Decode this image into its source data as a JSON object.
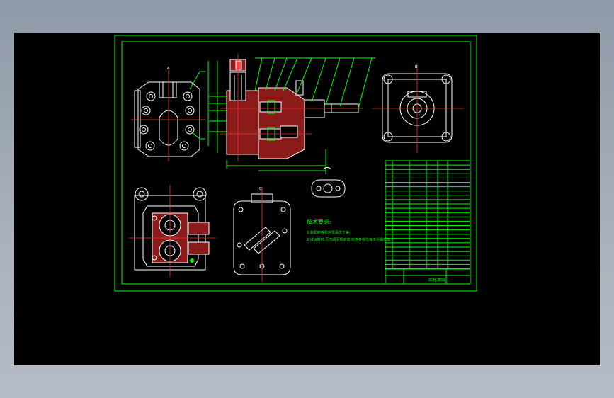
{
  "colors": {
    "background_outer": "#a3acb8",
    "canvas": "#000000",
    "frame": "#00ff00",
    "outline": "#ffffff",
    "section_fill": "#8b1a1a",
    "center_line": "#ff3030"
  },
  "drawing": {
    "title_block_name": "齿轮油泵",
    "notes_title": "技术要求:",
    "notes": [
      "1.装配前各零件须清洗干净。",
      "2.试运转时,压力调至规定值,检查各部位有无泄漏现象。"
    ],
    "view_labels": [
      "A",
      "B",
      "C"
    ]
  }
}
